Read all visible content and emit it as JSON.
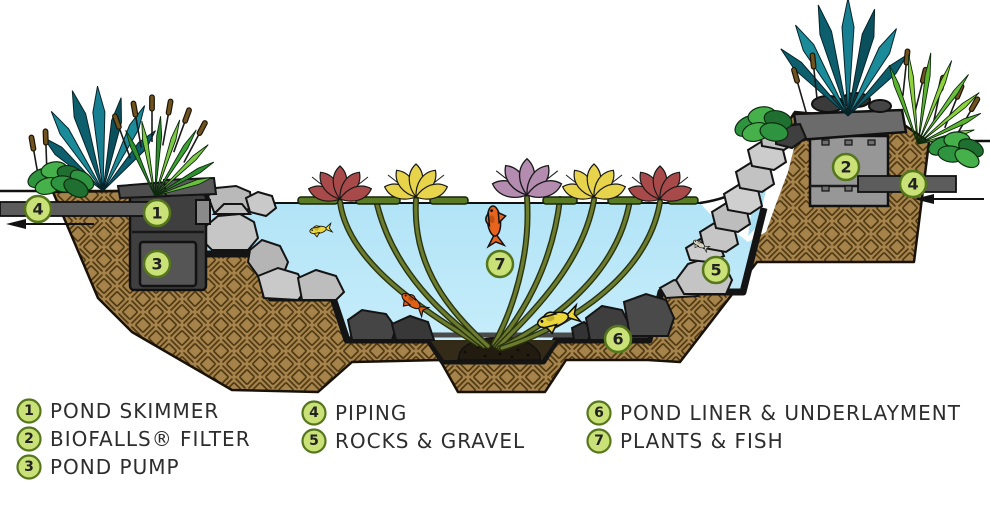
{
  "diagram": {
    "description": "Cross-section illustration of an ecosystem pond",
    "callouts": {
      "skimmer": "1",
      "biofalls": "2",
      "pump": "3",
      "piping": "4",
      "rocks_gravel": "5",
      "liner": "6",
      "plants_fish": "7"
    }
  },
  "legend": {
    "items": [
      {
        "num": "1",
        "label": "POND SKIMMER"
      },
      {
        "num": "2",
        "label": "BIOFALLS® FILTER"
      },
      {
        "num": "3",
        "label": "POND PUMP"
      },
      {
        "num": "4",
        "label": "PIPING"
      },
      {
        "num": "5",
        "label": "ROCKS & GRAVEL"
      },
      {
        "num": "6",
        "label": "POND LINER & UNDERLAYMENT"
      },
      {
        "num": "7",
        "label": "PLANTS & FISH"
      }
    ]
  },
  "colors": {
    "water": "#aee3f6",
    "soil": "#a5834a",
    "soil_hatch": "#4f3a15",
    "rock_light": "#c6c6c6",
    "rock_dark": "#424242",
    "equipment_gray": "#979797",
    "badge_fill": "#c9e177",
    "badge_stroke": "#55761c",
    "stem_green": "#6b7c2e",
    "lily_red": "#a84a4a",
    "lily_yellow": "#e8d44a",
    "lily_mauve": "#b38cb0",
    "fish_orange": "#e8641c",
    "fish_yellow": "#ecd73a",
    "plant_teal": "#15798a",
    "plant_green": "#4aa838"
  }
}
